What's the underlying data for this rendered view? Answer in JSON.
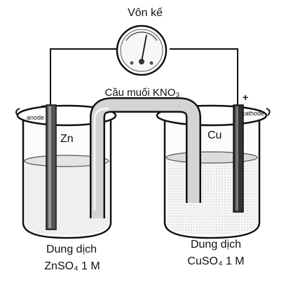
{
  "labels": {
    "voltmeter": "Vôn kế",
    "salt_bridge": "Cầu muối KNO₃",
    "anode": "anode",
    "cathode": "cathode",
    "minus": "–",
    "plus": "+",
    "zn": "Zn",
    "cu": "Cu",
    "left_solution_line1": "Dung dịch",
    "left_solution_line2": "ZnSO₄ 1 M",
    "right_solution_line1": "Dung dịch",
    "right_solution_line2": "CuSO₄ 1 M"
  }
}
